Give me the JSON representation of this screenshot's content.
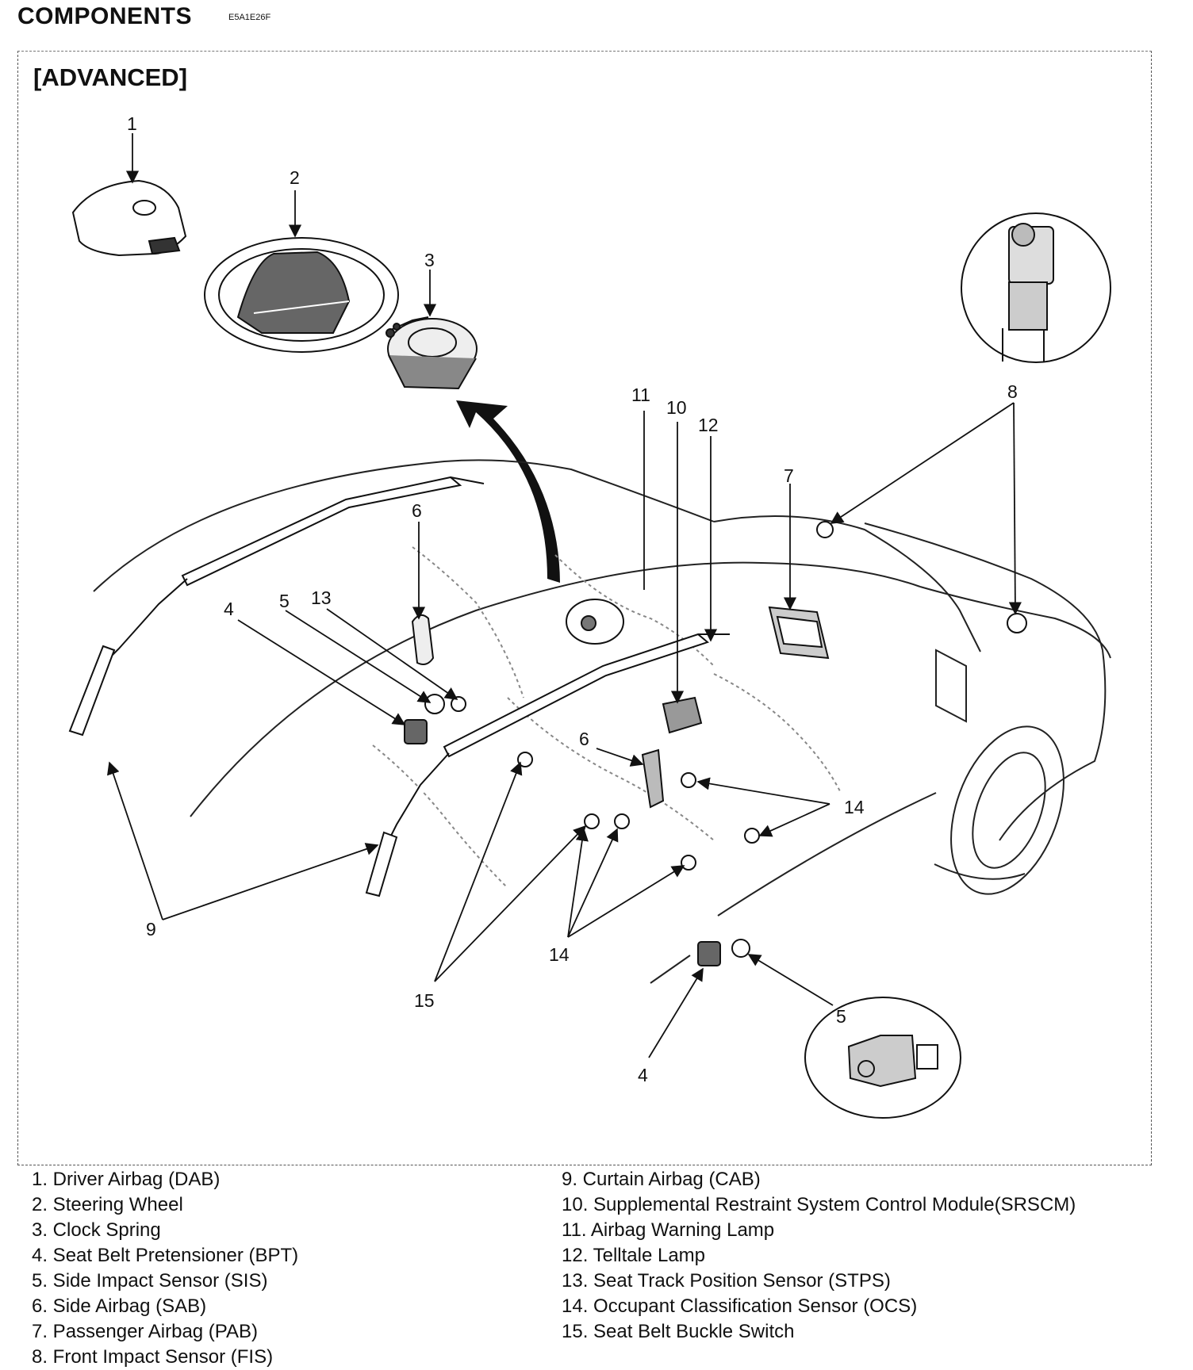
{
  "header": {
    "title": "COMPONENTS",
    "code": "E5A1E26F"
  },
  "section": {
    "title": "[ADVANCED]"
  },
  "callouts": {
    "n1": "1",
    "n2": "2",
    "n3": "3",
    "n4a": "4",
    "n5a": "5",
    "n13": "13",
    "n6a": "6",
    "n11": "11",
    "n10": "10",
    "n12": "12",
    "n7": "7",
    "n8": "8",
    "n6b": "6",
    "n14a": "14",
    "n9": "9",
    "n14b": "14",
    "n15": "15",
    "n5b": "5",
    "n4b": "4"
  },
  "legend_left": [
    "1. Driver Airbag (DAB)",
    "2. Steering Wheel",
    "3. Clock Spring",
    "4. Seat Belt Pretensioner (BPT)",
    "5. Side Impact Sensor (SIS)",
    "6. Side Airbag (SAB)",
    "7. Passenger Airbag (PAB)",
    "8. Front Impact Sensor (FIS)"
  ],
  "legend_right": [
    "9. Curtain Airbag (CAB)",
    "10. Supplemental Restraint System Control Module(SRSCM)",
    "11. Airbag Warning Lamp",
    "12. Telltale Lamp",
    "13. Seat Track Position Sensor (STPS)",
    "14. Occupant Classification Sensor (OCS)",
    "15. Seat Belt Buckle Switch"
  ]
}
